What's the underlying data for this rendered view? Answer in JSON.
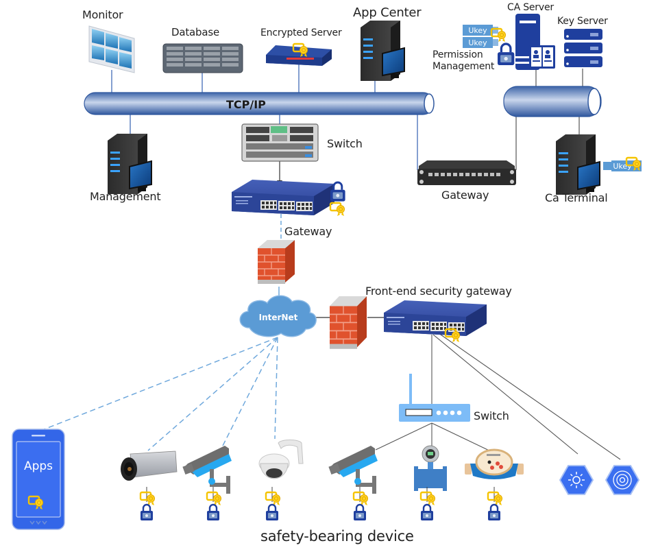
{
  "diagram": {
    "type": "network-topology",
    "caption": "safety-bearing device",
    "buses": {
      "main": {
        "label": "TCP/IP"
      },
      "ca": {
        "label": ""
      }
    },
    "nodes": {
      "monitor": {
        "label": "Monitor",
        "icon": "video-wall-icon"
      },
      "database": {
        "label": "Database",
        "icon": "storage-array-icon"
      },
      "encrypted_server": {
        "label": "Encrypted Server",
        "icon": "encrypted-appliance-icon"
      },
      "app_center": {
        "label": "App Center",
        "icon": "server-tower-icon"
      },
      "ca_server": {
        "label": "CA Server",
        "icon": "ca-server-icon"
      },
      "key_server": {
        "label": "Key Server",
        "icon": "rack-server-icon"
      },
      "permission_management": {
        "label": "Permission\nManagement",
        "icon": "padlock-icon"
      },
      "ukey_1": {
        "label": "Ukey"
      },
      "ukey_2": {
        "label": "Ukey"
      },
      "management": {
        "label": "Management",
        "icon": "server-tower-icon"
      },
      "core_switch": {
        "label": "Switch",
        "icon": "chassis-switch-icon"
      },
      "gateway_left": {
        "label": "Gateway",
        "icon": "network-switch-icon"
      },
      "gateway_right": {
        "label": "Gateway",
        "icon": "patch-panel-icon"
      },
      "ca_terminal": {
        "label": "Ca Terminal",
        "icon": "server-tower-icon"
      },
      "ca_terminal_ukey": {
        "label": "Ukey",
        "icon": "usb-key-icon"
      },
      "firewall_top": {
        "label": "",
        "icon": "firewall-icon"
      },
      "internet": {
        "label": "InterNet",
        "icon": "cloud-icon"
      },
      "firewall_front": {
        "label": "",
        "icon": "firewall-icon"
      },
      "front_end_gateway": {
        "label": "Front-end security gateway",
        "icon": "network-switch-icon"
      },
      "wireless_switch": {
        "label": "Switch",
        "icon": "wireless-router-icon"
      },
      "phone": {
        "label": "Apps",
        "icon": "smartphone-icon"
      }
    },
    "devices": [
      {
        "id": "box-camera",
        "icon": "box-camera-icon",
        "connection": "internet"
      },
      {
        "id": "bullet-camera-1",
        "icon": "bullet-camera-icon",
        "connection": "internet"
      },
      {
        "id": "dome-camera",
        "icon": "dome-camera-icon",
        "connection": "internet"
      },
      {
        "id": "bullet-camera-2",
        "icon": "bullet-camera-icon",
        "connection": "wireless_switch"
      },
      {
        "id": "flow-meter",
        "icon": "flow-meter-icon",
        "connection": "wireless_switch"
      },
      {
        "id": "water-meter",
        "icon": "water-meter-icon",
        "connection": "wireless_switch"
      },
      {
        "id": "light-sensor",
        "icon": "light-sensor-icon",
        "connection": "front_end_gateway"
      },
      {
        "id": "signal-sensor",
        "icon": "signal-sensor-icon",
        "connection": "front_end_gateway"
      }
    ],
    "colors": {
      "bus_blue": "#4a72b5",
      "link_blue": "#5b7fc0",
      "dashed_link": "#6fa8dc",
      "gray_link": "#666666",
      "device_blue": "#1f3f9e",
      "cert_gold": "#f5c400",
      "firewall_red": "#e0522d",
      "cloud_blue": "#5b9bd5",
      "phone_blue": "#3366e8"
    }
  }
}
